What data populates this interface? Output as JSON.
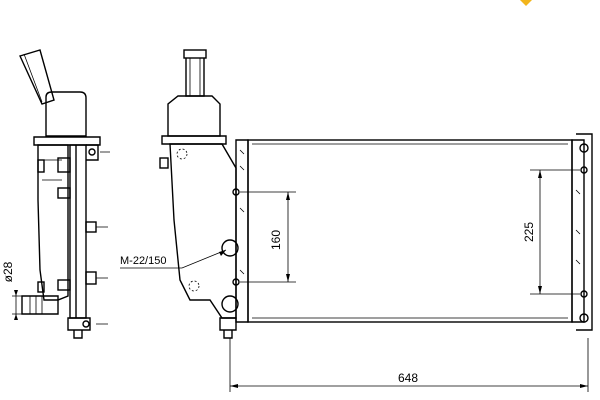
{
  "dimensions": {
    "overall_width": "648",
    "port_spacing_left": "160",
    "port_spacing_right": "225",
    "pipe_diameter": "ø28",
    "thread_callout": "M-22/150"
  },
  "colors": {
    "line": "#000000",
    "background": "#ffffff",
    "corner_mark": "#f2b51c"
  }
}
